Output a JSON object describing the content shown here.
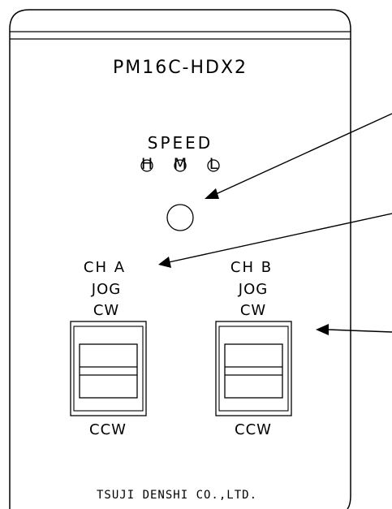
{
  "panel": {
    "model": "PM16C-HDX2",
    "manufacturer": "TSUJI DENSHI CO.,LTD."
  },
  "speed_indicator": {
    "title": "SPEED",
    "leds": [
      "H",
      "M",
      "L"
    ]
  },
  "channel_a": {
    "name": "CH  A",
    "jog_label": "JOG",
    "cw_label": "CW",
    "ccw_label": "CCW"
  },
  "channel_b": {
    "name": "CH  B",
    "jog_label": "JOG",
    "cw_label": "CW",
    "ccw_label": "CCW"
  },
  "colors": {
    "line": "#000000",
    "background": "#ffffff"
  }
}
